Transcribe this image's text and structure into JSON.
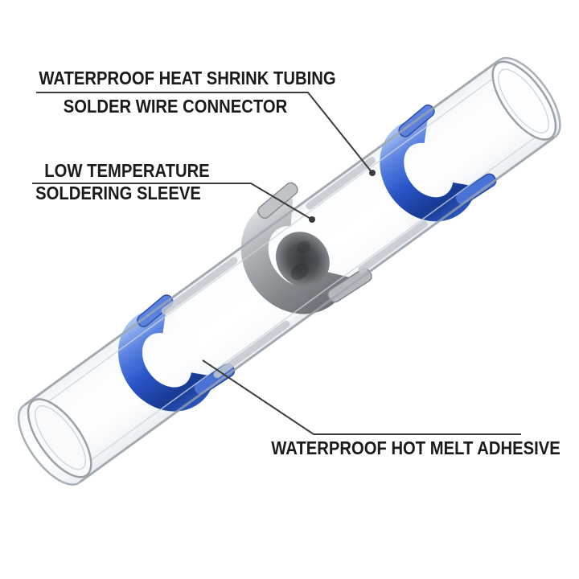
{
  "annotations": {
    "heat_shrink_tubing": {
      "line1": "WATERPROOF HEAT SHRINK TUBING",
      "line2": "SOLDER WIRE CONNECTOR"
    },
    "soldering_sleeve": {
      "line1": "LOW TEMPERATURE",
      "line2": "SOLDERING SLEEVE"
    },
    "hot_melt_adhesive": {
      "line1": "WATERPROOF HOT MELT ADHESIVE"
    }
  },
  "colors": {
    "background": "#ffffff",
    "label_text": "#1b1b1b",
    "leader_line": "#3c3c3c",
    "adhesive_blue": "#2a55c9",
    "adhesive_blue_dark": "#173a93",
    "adhesive_blue_light": "#b3caf2",
    "adhesive_tab_blue": "#5b82dd",
    "solder_sleeve_gray": "#8d9196",
    "solder_dark": "#35383c",
    "tube_edge_gray": "#a6acb4",
    "tube_fill": "#eef2f6"
  }
}
